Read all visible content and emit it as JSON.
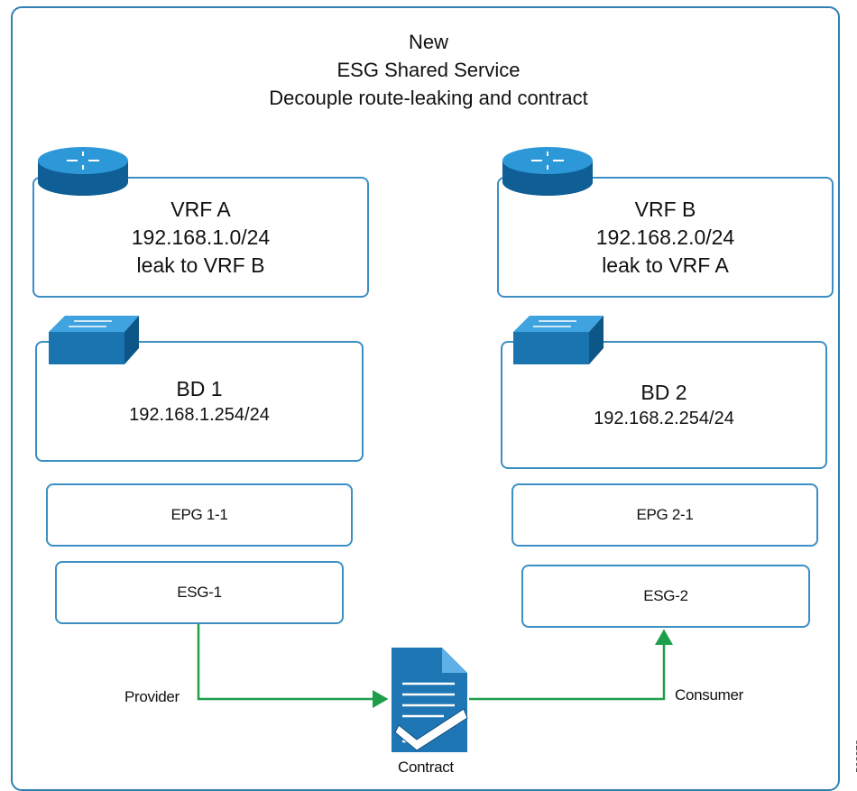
{
  "header": {
    "line1": "New",
    "line2": "ESG Shared Service",
    "line3": "Decouple route-leaking and contract"
  },
  "left": {
    "vrf": {
      "name": "VRF A",
      "subnet": "192.168.1.0/24",
      "leak": "leak to VRF B"
    },
    "bd": {
      "name": "BD 1",
      "gateway": "192.168.1.254/24"
    },
    "epg": "EPG 1-1",
    "esg": "ESG-1",
    "role": "Provider"
  },
  "right": {
    "vrf": {
      "name": "VRF B",
      "subnet": "192.168.2.0/24",
      "leak": "leak to VRF A"
    },
    "bd": {
      "name": "BD 2",
      "gateway": "192.168.2.254/24"
    },
    "epg": "EPG 2-1",
    "esg": "ESG-2",
    "role": "Consumer"
  },
  "contract": {
    "label": "Contract",
    "icon": "contract-document-icon"
  },
  "icons": {
    "router": "router-icon",
    "switch": "switch-icon"
  },
  "colors": {
    "border": "#3b8fc4",
    "arrow": "#1e9e4a",
    "icon_blue": "#1f7db8"
  },
  "figure_id": "502978"
}
